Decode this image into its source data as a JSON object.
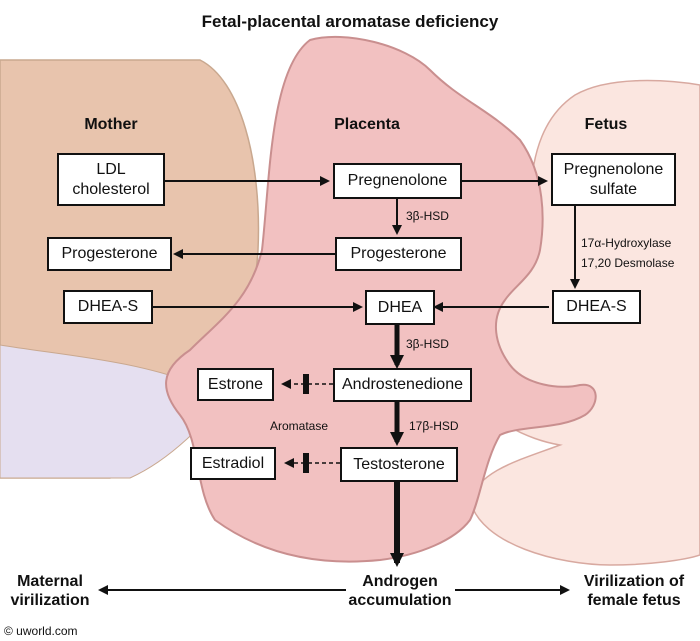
{
  "title": "Fetal-placental aromatase deficiency",
  "columns": {
    "mother": "Mother",
    "placenta": "Placenta",
    "fetus": "Fetus"
  },
  "boxes": {
    "ldl_line1": "LDL",
    "ldl_line2": "cholesterol",
    "preg_placenta": "Pregnenolone",
    "preg_sulfate_line1": "Pregnenolone",
    "preg_sulfate_line2": "sulfate",
    "prog_mother": "Progesterone",
    "prog_placenta": "Progesterone",
    "dheas_mother": "DHEA-S",
    "dhea": "DHEA",
    "dheas_fetus": "DHEA-S",
    "estrone": "Estrone",
    "androstenedione": "Androstenedione",
    "estradiol": "Estradiol",
    "testosterone": "Testosterone"
  },
  "enzymes": {
    "hsd3b_1": "3β-HSD",
    "hsd3b_2": "3β-HSD",
    "hydroxylase": "17α-Hydroxylase",
    "desmolase": "17,20 Desmolase",
    "aromatase": "Aromatase",
    "hsd17b": "17β-HSD"
  },
  "outcomes": {
    "maternal_line1": "Maternal",
    "maternal_line2": "virilization",
    "androgen_line1": "Androgen",
    "androgen_line2": "accumulation",
    "fetal_line1": "Virilization of",
    "fetal_line2": "female fetus"
  },
  "copyright": "© uworld.com",
  "colors": {
    "mother_fill": "#e8c4ad",
    "mother_lower_fill": "#e5dff0",
    "placenta_fill": "#f2c1c1",
    "fetus_fill": "#fbe6e0",
    "outline": "#c98f8f"
  }
}
